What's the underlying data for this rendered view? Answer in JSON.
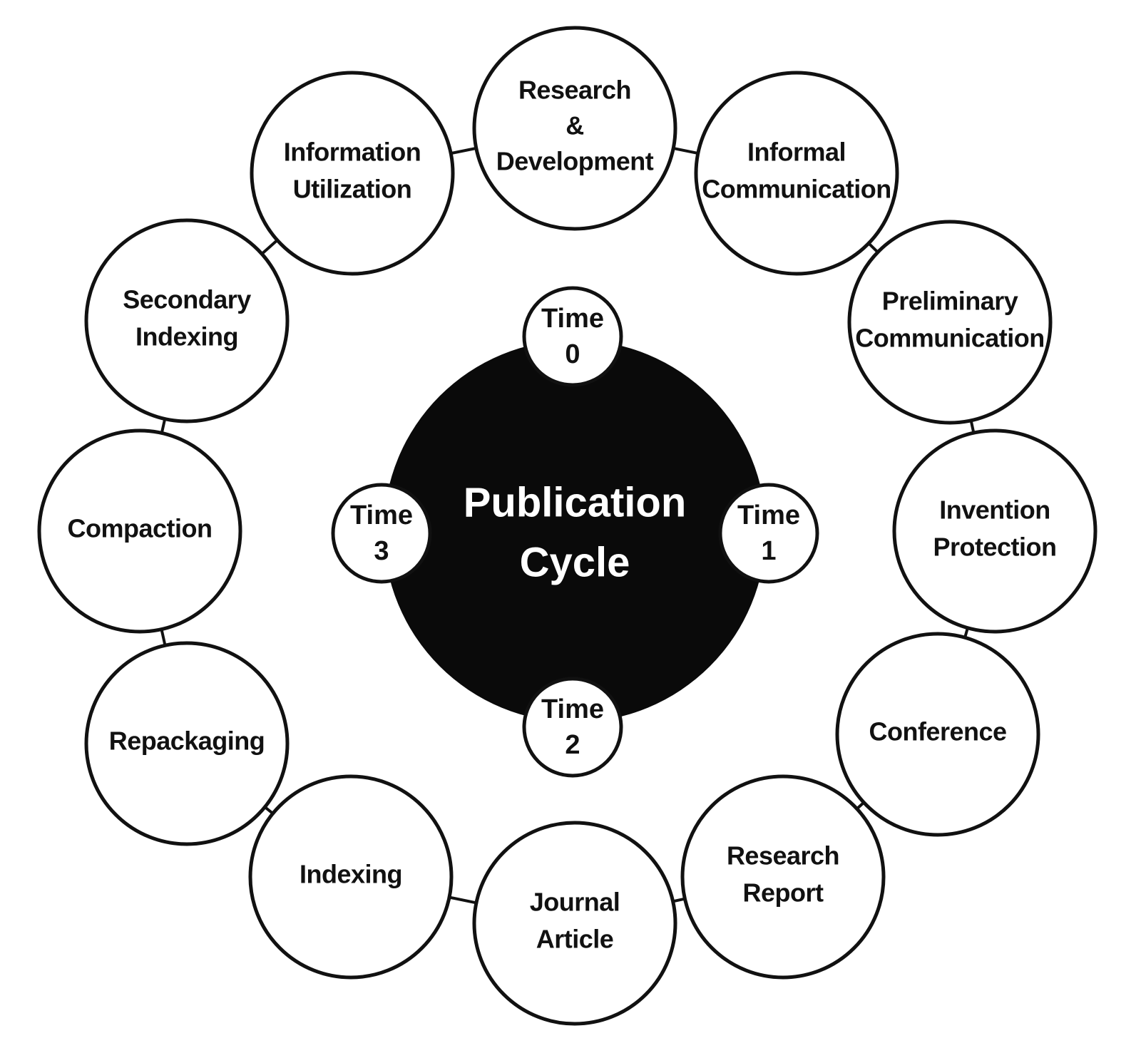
{
  "hub": {
    "lines": [
      "Publication",
      "Cycle"
    ]
  },
  "time_markers": [
    {
      "lines": [
        "Time",
        "0"
      ]
    },
    {
      "lines": [
        "Time",
        "1"
      ]
    },
    {
      "lines": [
        "Time",
        "2"
      ]
    },
    {
      "lines": [
        "Time",
        "3"
      ]
    }
  ],
  "stages": [
    {
      "lines": [
        "Research",
        "&",
        "Development"
      ]
    },
    {
      "lines": [
        "Informal",
        "Communication"
      ]
    },
    {
      "lines": [
        "Preliminary",
        "Communication"
      ]
    },
    {
      "lines": [
        "Invention",
        "Protection"
      ]
    },
    {
      "lines": [
        "Conference"
      ]
    },
    {
      "lines": [
        "Research",
        "Report"
      ]
    },
    {
      "lines": [
        "Journal",
        "Article"
      ]
    },
    {
      "lines": [
        "Indexing"
      ]
    },
    {
      "lines": [
        "Repackaging"
      ]
    },
    {
      "lines": [
        "Compaction"
      ]
    },
    {
      "lines": [
        "Secondary",
        "Indexing"
      ]
    },
    {
      "lines": [
        "Information",
        "Utilization"
      ]
    }
  ],
  "colors": {
    "stroke": "#111111",
    "hub_fill": "#0a0a0a",
    "hub_text": "#ffffff",
    "background": "#ffffff"
  }
}
